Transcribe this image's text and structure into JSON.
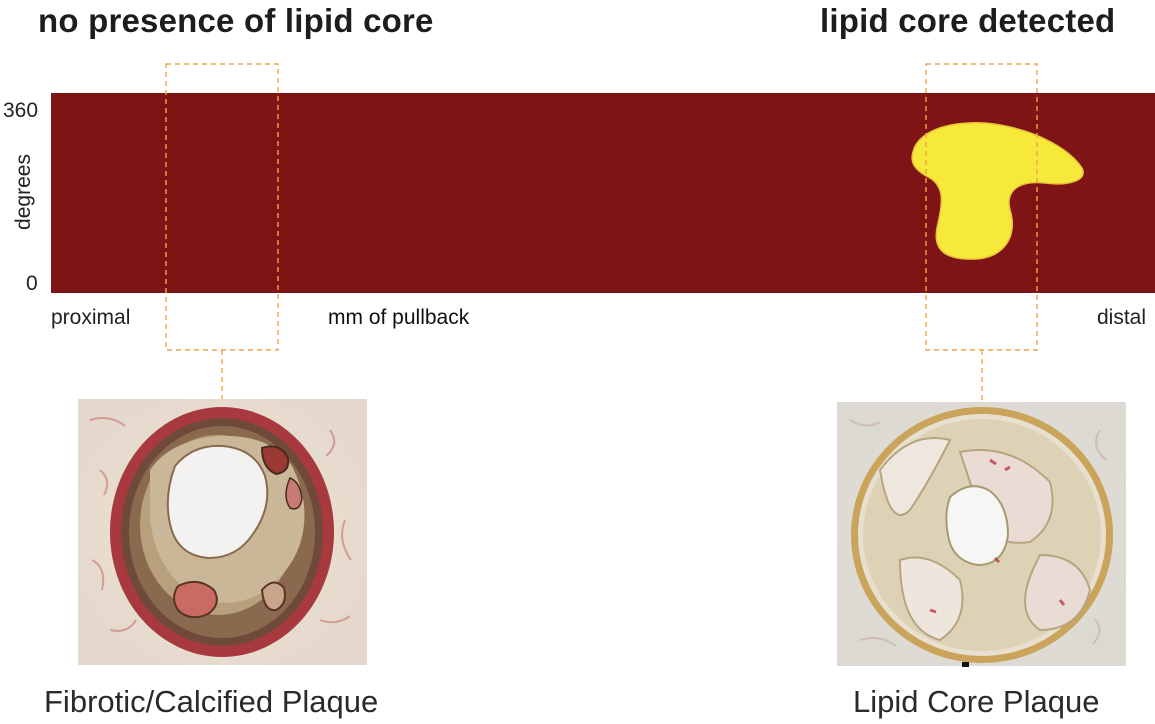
{
  "headings": {
    "left": "no presence of lipid core",
    "right": "lipid core detected"
  },
  "chart": {
    "y_axis_label": "degrees",
    "y_ticks": [
      "360",
      "0"
    ],
    "x_axis_label": "mm of pullback",
    "x_start_label": "proximal",
    "x_end_label": "distal",
    "band_color": "#7f1416",
    "lipid_color": "#f6e93a",
    "highlight_color": "#f0a24a"
  },
  "panels": {
    "left_caption": "Fibrotic/Calcified Plaque",
    "right_caption": "Lipid Core Plaque"
  }
}
